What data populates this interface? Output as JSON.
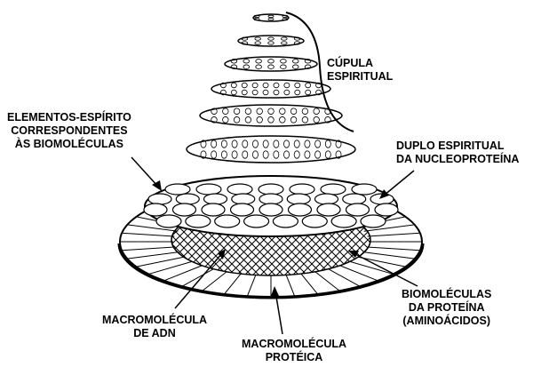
{
  "labels": {
    "cupula": [
      "CÚPULA",
      "ESPIRITUAL"
    ],
    "elementos": [
      "ELEMENTOS-ESPÍRITO",
      "CORRESPONDENTES",
      "ÀS BIOMOLÉCULAS"
    ],
    "duplo": [
      "DUPLO ESPIRITUAL",
      "DA NUCLEOPROTEÍNA"
    ],
    "biomoleculas": [
      "BIOMOLÉCULAS",
      "DA PROTEÍNA",
      "(AMINOÁCIDOS)"
    ],
    "macro_adn": [
      "MACROMOLÉCULA",
      "DE ADN"
    ],
    "macro_proteica": [
      "MACROMOLÉCULA",
      "PROTÉICA"
    ]
  },
  "colors": {
    "ink": "#000000",
    "paper": "#ffffff"
  }
}
